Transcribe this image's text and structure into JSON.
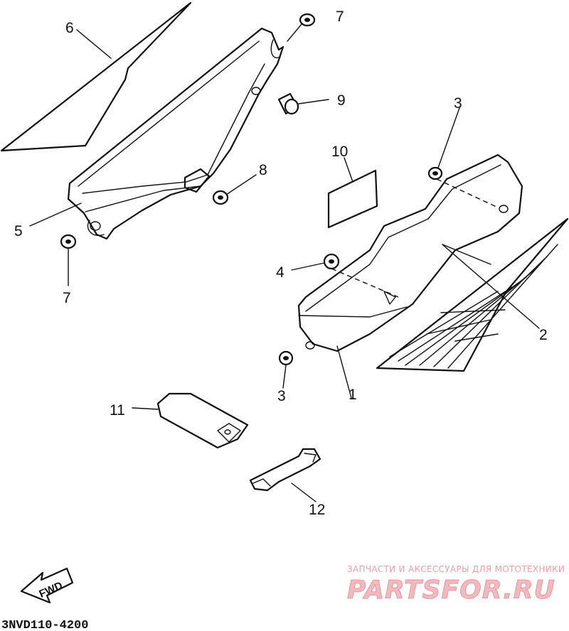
{
  "diagram": {
    "parts": [
      {
        "label": "1"
      },
      {
        "label": "2"
      },
      {
        "label": "3"
      },
      {
        "label": "3"
      },
      {
        "label": "4"
      },
      {
        "label": "5"
      },
      {
        "label": "6"
      },
      {
        "label": "7"
      },
      {
        "label": "7"
      },
      {
        "label": "8"
      },
      {
        "label": "9"
      },
      {
        "label": "10"
      },
      {
        "label": "11"
      },
      {
        "label": "12"
      }
    ],
    "direction_label": "FWD",
    "drawing_code": "3NVD110-4200"
  },
  "watermark": {
    "tagline": "ЗАПЧАСТИ И АКСЕССУАРЫ ДЛЯ МОТОТЕХНИКИ",
    "brand": "PARTSFOR.RU",
    "color": "#e58a93"
  },
  "icons": [
    "fwd-arrow-icon"
  ]
}
